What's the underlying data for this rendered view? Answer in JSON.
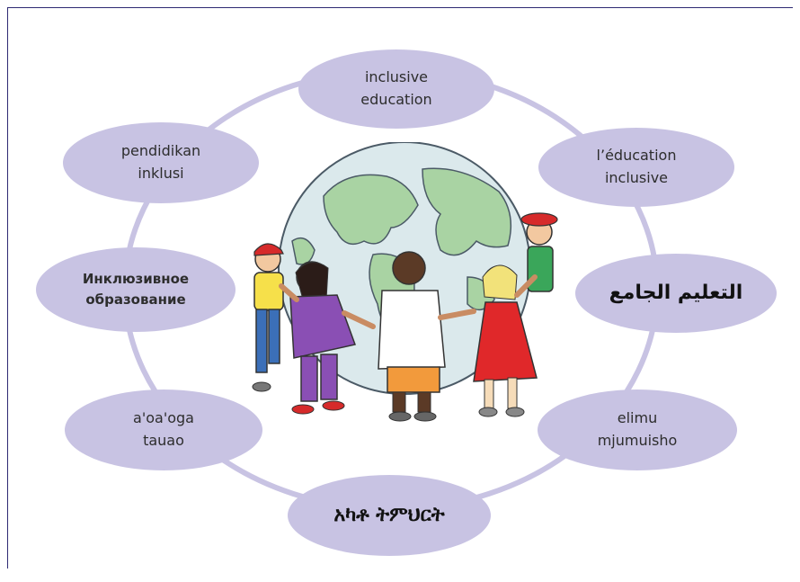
{
  "terms": [
    {
      "id": "english",
      "text": "inclusive\neducation"
    },
    {
      "id": "french",
      "text": "l’éducation\ninclusive"
    },
    {
      "id": "arabic",
      "text": "التعليم الجامع"
    },
    {
      "id": "swahili",
      "text": "elimu\nmjumuisho"
    },
    {
      "id": "amharic",
      "text": "አካቶ ትምህርት"
    },
    {
      "id": "samoan",
      "text": "a'oa'oga\ntauao"
    },
    {
      "id": "russian",
      "text": "Инклюзивное\nобразование"
    },
    {
      "id": "indonesian",
      "text": "pendidikan\ninklusi"
    }
  ],
  "colors": {
    "ellipse_fill": "#c8c3e3",
    "ring": "#c8c3e3",
    "frame": "#2e2a73",
    "ocean": "#dbe9ec",
    "land": "#a9d3a3"
  },
  "illustration": {
    "name": "children holding hands around globe"
  }
}
